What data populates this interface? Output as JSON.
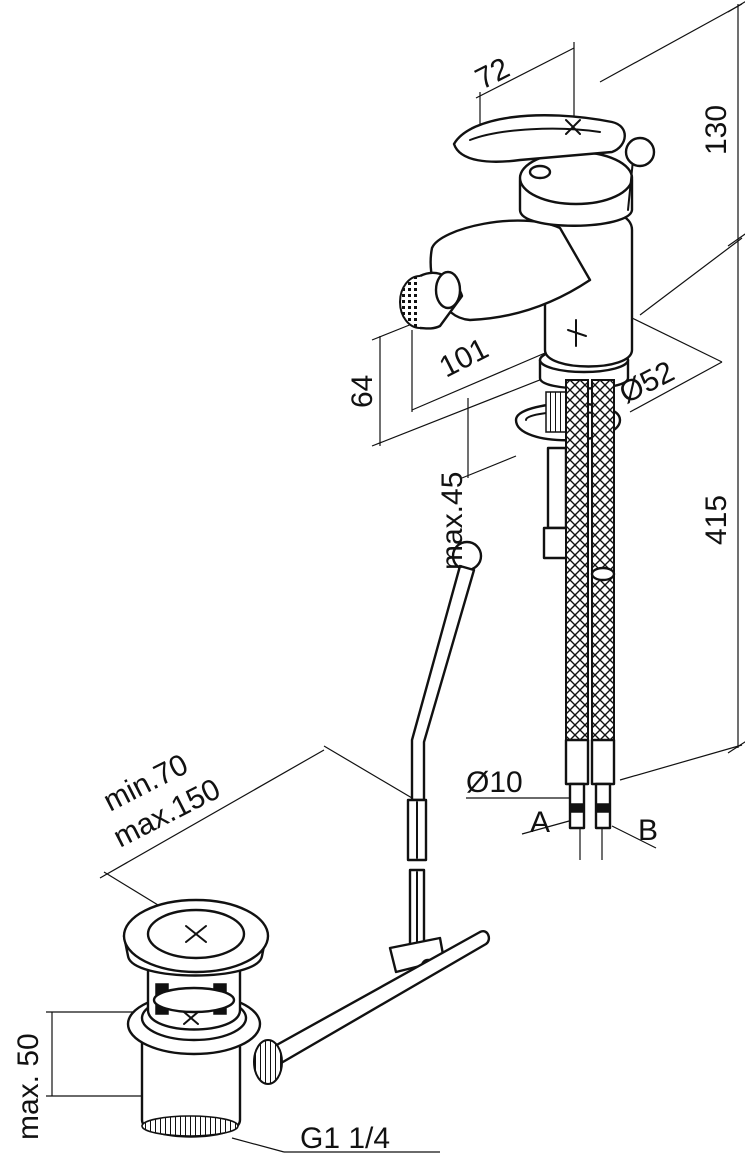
{
  "dimensions": {
    "handle_width": "72",
    "mixer_height": "130",
    "hose_length": "415",
    "spout_height": "64",
    "spout_reach": "101",
    "base_diameter": "Ø52",
    "deck_thickness": "max.45",
    "hose_diameter": "Ø10",
    "waste_reach_min": "min.70",
    "waste_reach_max": "max.150",
    "waste_height": "max. 50",
    "waste_thread": "G1 1/4"
  },
  "connections": {
    "label_a": "A",
    "label_b": "B"
  },
  "colors": {
    "line": "#111111",
    "background": "#ffffff"
  }
}
